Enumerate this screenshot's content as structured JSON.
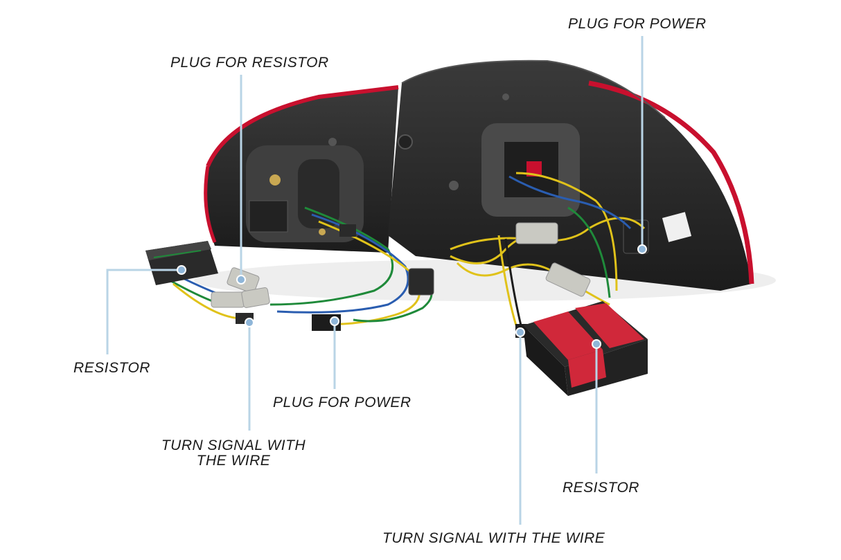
{
  "labels": {
    "plug_for_power_top": "PLUG FOR POWER",
    "plug_for_resistor": "PLUG FOR RESISTOR",
    "resistor_left": "RESISTOR",
    "plug_for_power_middle": "PLUG FOR POWER",
    "turn_signal_left_line1": "TURN SIGNAL WITH",
    "turn_signal_left_line2": "THE WIRE",
    "resistor_right": "RESISTOR",
    "turn_signal_bottom": "TURN SIGNAL WITH THE WIRE"
  },
  "colors": {
    "callout_line": "#b9d4e6",
    "callout_dot": "#8fb6d9",
    "lamp_body": "#2b2b2b",
    "lamp_red_trim": "#c8102e",
    "wire_yellow": "#e0c21a",
    "wire_green": "#1f8a3a",
    "wire_blue": "#2a5db0",
    "resistor_tape": "#d0283a",
    "connector_grey": "#c9c9c2"
  }
}
